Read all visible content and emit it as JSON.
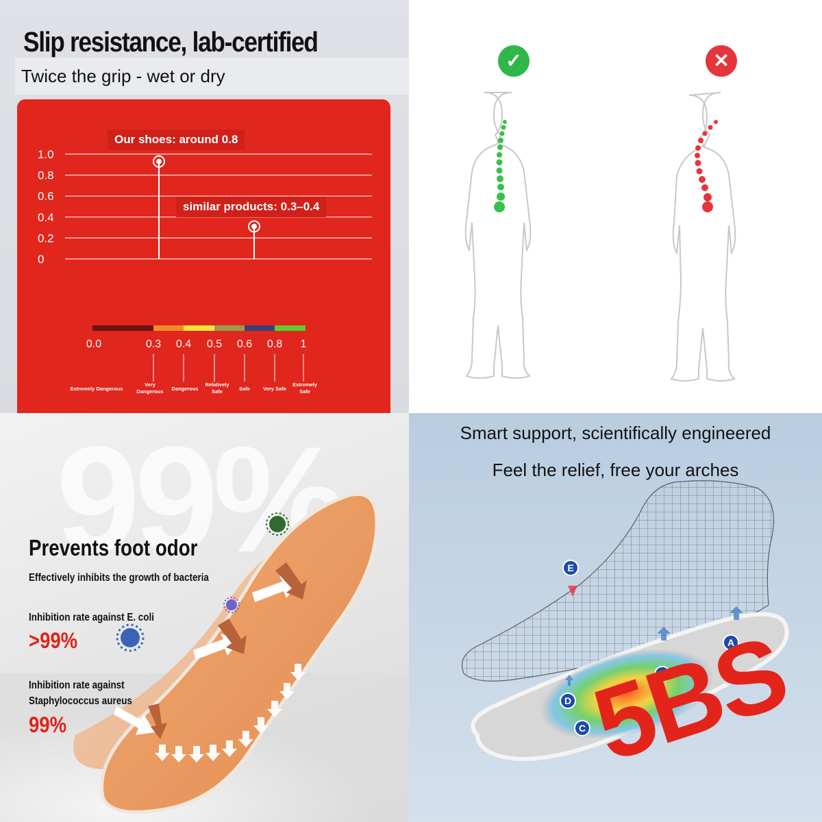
{
  "slip_panel": {
    "title": "Slip resistance, lab-certified",
    "subtitle": "Twice the grip - wet or dry",
    "ours_label": "Our shoes: around 0.8",
    "similar_label": "similar products: 0.3–0.4",
    "colors": {
      "card": "#e0261d",
      "text": "#ffffff"
    }
  },
  "chart_data": {
    "type": "scatter",
    "y_ticks": [
      "1.0",
      "0.8",
      "0.6",
      "0.4",
      "0.2",
      "0"
    ],
    "ylim": [
      0,
      1.0
    ],
    "series": [
      {
        "values": [
          0.93,
          0.31
        ]
      }
    ],
    "scale_bar": {
      "ticks": [
        "0.0",
        "0.3",
        "0.4",
        "0.5",
        "0.6",
        "0.8",
        "1"
      ],
      "segment_colors": [
        "#6b1410",
        "#f08a2a",
        "#f5e23a",
        "#9a9a48",
        "#3b3f7a",
        "#5ccf2e"
      ],
      "labels": [
        "Extremely Dangerous",
        "Very Dangerous",
        "Dangerous",
        "Relatively Safe",
        "Safe",
        "Very Safe",
        "Extremely Safe"
      ]
    }
  },
  "posture_panel": {
    "good_icon": "check-icon",
    "bad_icon": "cross-icon",
    "colors": {
      "good": "#2fb84a",
      "bad": "#e5353c"
    }
  },
  "odor_panel": {
    "background_text": "99%",
    "title": "Prevents foot odor",
    "subtitle": "Effectively inhibits the growth of bacteria",
    "ecoli_label": "Inhibition rate against E. coli",
    "ecoli_value": ">99%",
    "staph_label_1": "Inhibition rate against",
    "staph_label_2": "Staphylococcus aureus",
    "staph_value": "99%",
    "colors": {
      "accent": "#e0231a",
      "insole": "#e79a63"
    }
  },
  "support_panel": {
    "line1": "Smart support, scientifically engineered",
    "line2": "Feel the relief, free your arches",
    "points": [
      "A",
      "B",
      "C",
      "D",
      "E"
    ],
    "brand_mark": "5BS",
    "colors": {
      "brand": "#e3241b",
      "badge": "#1f4aa8"
    }
  }
}
